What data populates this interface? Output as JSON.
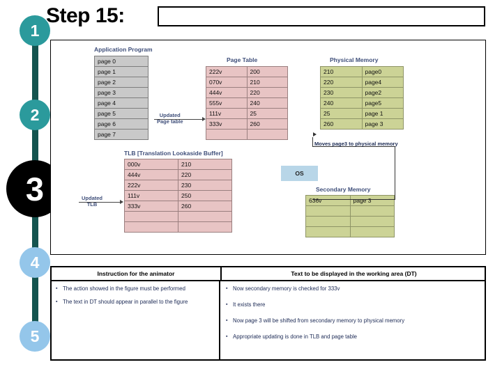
{
  "header": {
    "title": "Step 15:",
    "title_box_value": ""
  },
  "sidebar": {
    "steps": [
      {
        "label": "1",
        "state": "done"
      },
      {
        "label": "2",
        "state": "done"
      },
      {
        "label": "3",
        "state": "active"
      },
      {
        "label": "4",
        "state": "upcoming"
      },
      {
        "label": "5",
        "state": "upcoming"
      }
    ],
    "colors": {
      "done": "#2b9a9c",
      "active": "#000000",
      "upcoming": "#94c6ea",
      "rail": "#14544f"
    }
  },
  "diagram": {
    "application_program": {
      "label": "Application Program",
      "rows": [
        "page 0",
        "page 1",
        "page 2",
        "page 3",
        "page 4",
        "page 5",
        "page 6",
        "page 7"
      ],
      "color": "#c9c9c9"
    },
    "page_table": {
      "label": "Page Table",
      "rows": [
        [
          "222v",
          "200"
        ],
        [
          "070v",
          "210"
        ],
        [
          "444v",
          "220"
        ],
        [
          "555v",
          "240"
        ],
        [
          "111v",
          "25"
        ],
        [
          "333v",
          "260"
        ],
        [
          "",
          ""
        ]
      ],
      "color": "#e8c4c4"
    },
    "physical_memory": {
      "label": "Physical Memory",
      "rows": [
        [
          "210",
          "page0"
        ],
        [
          "220",
          "page4"
        ],
        [
          "230",
          "page2"
        ],
        [
          "240",
          "page5"
        ],
        [
          "25",
          "page 1"
        ],
        [
          "260",
          "page 3"
        ]
      ],
      "color": "#ccd396"
    },
    "tlb": {
      "label": "TLB [Translation Lookaside Buffer]",
      "rows": [
        [
          "000v",
          "210"
        ],
        [
          "444v",
          "220"
        ],
        [
          "222v",
          "230"
        ],
        [
          "111v",
          "250"
        ],
        [
          "333v",
          "260"
        ],
        [
          "",
          ""
        ],
        [
          "",
          ""
        ]
      ],
      "color": "#e8c4c4"
    },
    "secondary_memory": {
      "label": "Secondary Memory",
      "rows": [
        [
          "636v",
          "page 3"
        ],
        [
          "",
          ""
        ],
        [
          "",
          ""
        ],
        [
          "",
          ""
        ]
      ],
      "color": "#ccd396"
    },
    "os_box": {
      "label": "OS",
      "color": "#b8d6e8"
    },
    "annotations": {
      "updated_page_table_line1": "Updated",
      "updated_page_table_line2": "Page table",
      "updated_tlb_line1": "Updated",
      "updated_tlb_line2": "TLB",
      "moves_page": "Moves page3 to physical memory"
    }
  },
  "bottom_table": {
    "headers": {
      "left": "Instruction for the animator",
      "right": "Text to be displayed in the working area (DT)"
    },
    "instructions": [
      "The action showed in the figure must be performed",
      "The text in DT should appear  in parallel to the figure"
    ],
    "dt_text": [
      "Now  secondary memory is checked for 333v",
      "It exists there",
      "Now  page 3 will be shifted from secondary memory to physical memory",
      "Appropriate updating is done in TLB and page table"
    ]
  }
}
